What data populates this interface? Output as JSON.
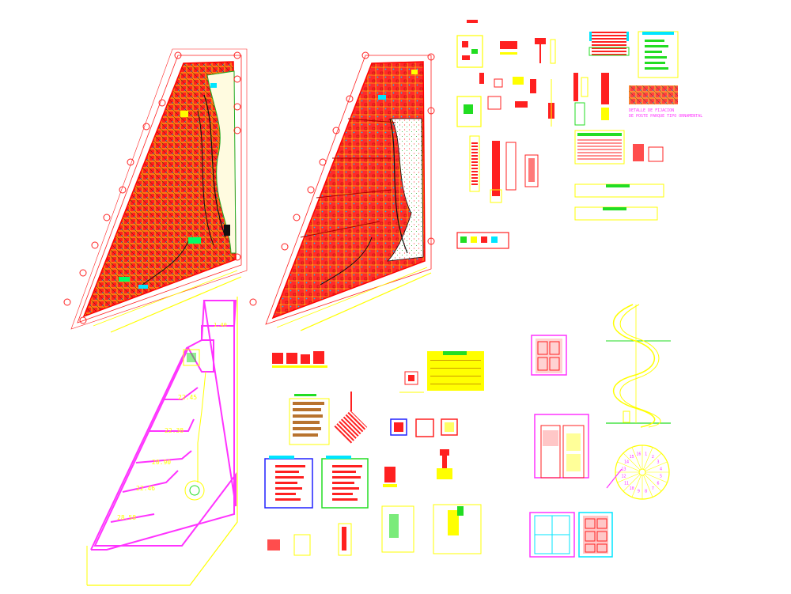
{
  "colors": {
    "background": "#ffffff",
    "red": "#ff2020",
    "dark_red": "#cc0000",
    "yellow": "#ffff00",
    "cyan": "#00e5ff",
    "green": "#22dd22",
    "magenta": "#ff33ff",
    "blue": "#2020ff",
    "black": "#111111",
    "brown": "#b8732e"
  },
  "floor_plan": {
    "area_labels": [
      "22.45",
      "22.38",
      "20.90",
      "22.46",
      "28.58"
    ],
    "top_label": "1.40"
  },
  "detail_note": {
    "line1": "DETALLE DE FIJACION",
    "line2": "DE POSTE PARQUE TIPO ORNAMENTAL"
  },
  "stair_plan": {
    "step_numbers": [
      "1",
      "2",
      "3",
      "4",
      "5",
      "6",
      "7",
      "8",
      "9",
      "10",
      "11",
      "12",
      "13",
      "14",
      "15",
      "16"
    ]
  }
}
